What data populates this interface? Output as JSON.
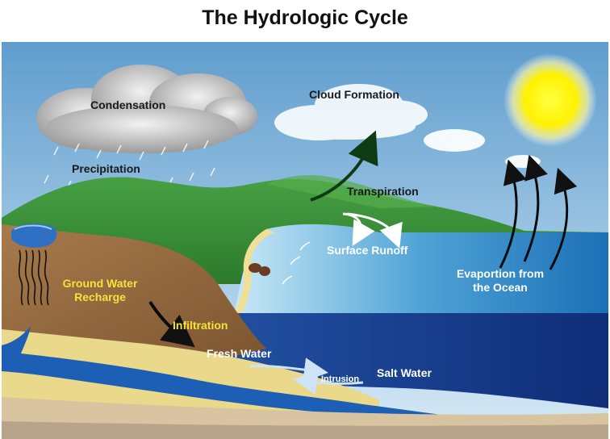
{
  "title": "The Hydrologic Cycle",
  "labels": {
    "condensation": "Condensation",
    "cloud_formation": "Cloud Formation",
    "precipitation": "Precipitation",
    "transpiration": "Transpiration",
    "surface_runoff": "Surface Runoff",
    "evaporation_line1": "Evaportion from",
    "evaporation_line2": "the Ocean",
    "ground_water_line1": "Ground Water",
    "ground_water_line2": "Recharge",
    "infiltration": "Infiltration",
    "fresh_water": "Fresh Water",
    "intrusion": "Intrusion",
    "salt_water": "Salt Water"
  },
  "colors": {
    "sky": "#7fb4da",
    "ocean": "#1f64b0",
    "hill": "#3c8f3a",
    "ground": "#a07448",
    "sand": "#eedc92",
    "sun": "#fff200",
    "label_yellow": "#f5e23a"
  }
}
